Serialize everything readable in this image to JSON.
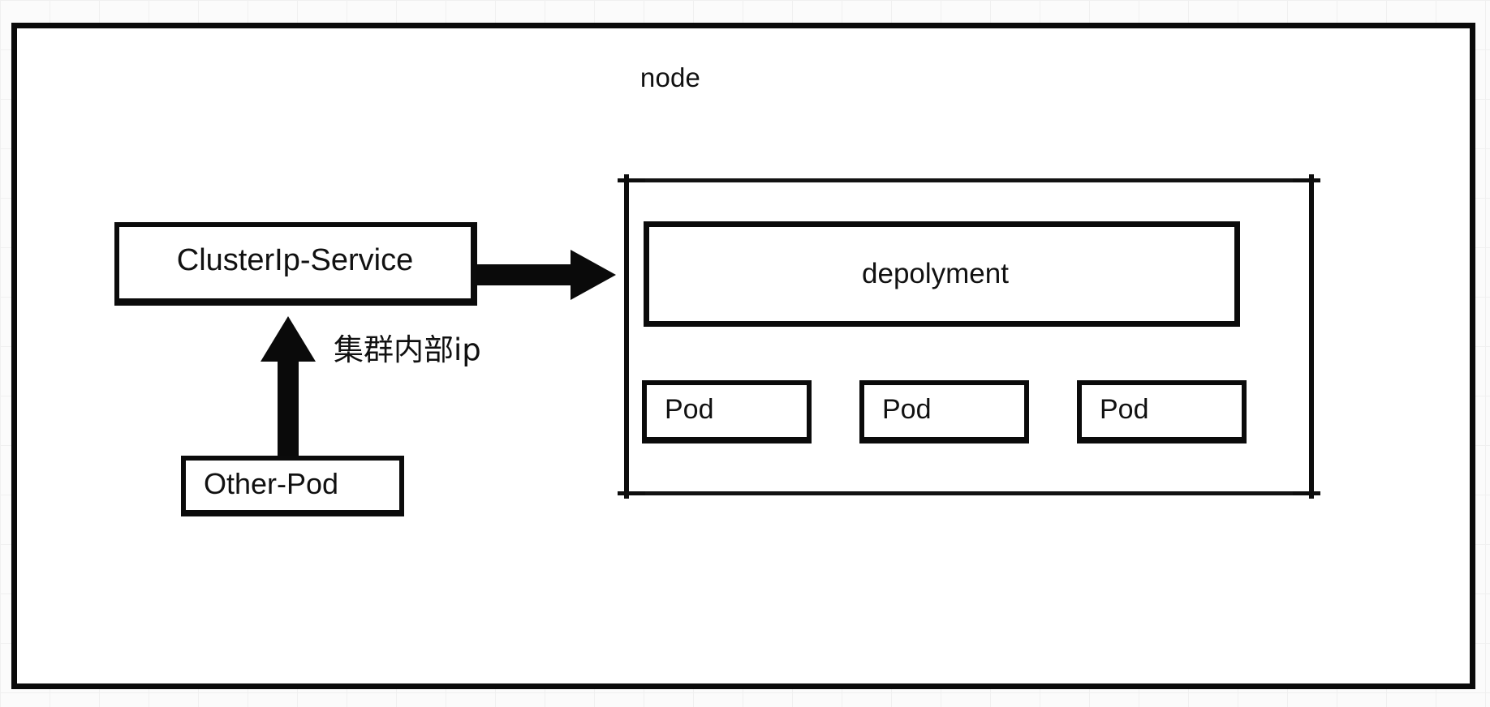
{
  "diagram": {
    "title": "node",
    "node": {
      "label": "node"
    },
    "service": {
      "label": "ClusterIp-Service"
    },
    "other_pod": {
      "label": "Other-Pod"
    },
    "deployment": {
      "label": "depolyment"
    },
    "pods": [
      {
        "label": "Pod"
      },
      {
        "label": "Pod"
      },
      {
        "label": "Pod"
      }
    ],
    "annotations": {
      "internal_ip": "集群内部ip"
    },
    "arrows": {
      "service_to_deployment": "arrow-right-icon",
      "otherpod_to_service": "arrow-up-icon"
    },
    "colors": {
      "stroke": "#0a0a0a",
      "text": "#111111",
      "background": "#ffffff",
      "canvas": "#fbfbfb",
      "grid": "#f0f0f0"
    }
  }
}
